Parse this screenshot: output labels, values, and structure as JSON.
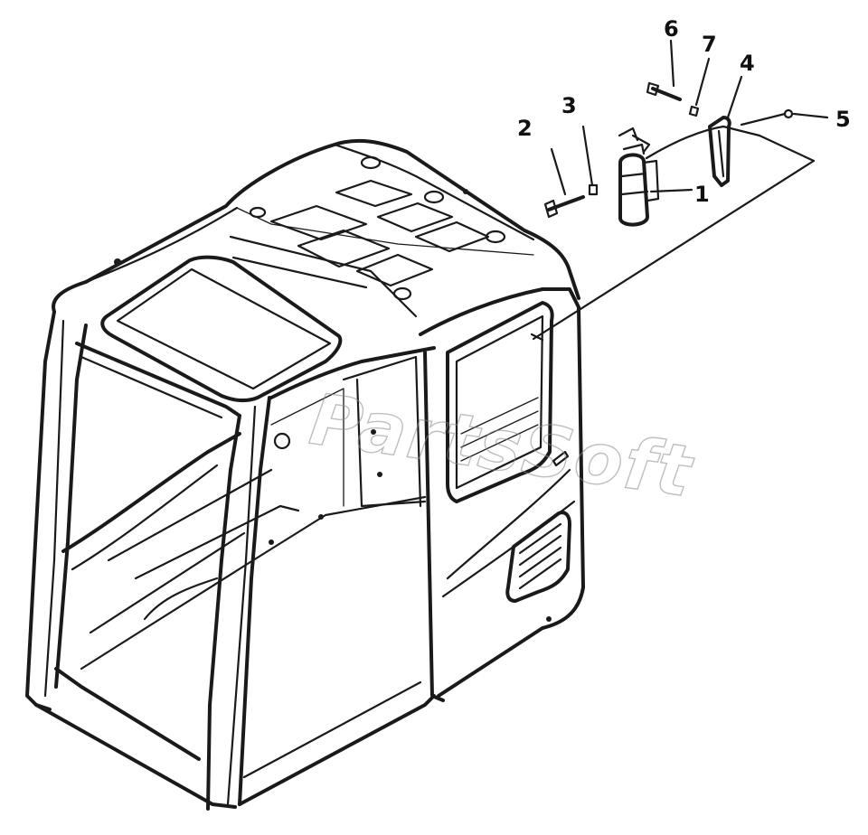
{
  "diagram": {
    "callouts": [
      {
        "id": "1",
        "label": "1"
      },
      {
        "id": "2",
        "label": "2"
      },
      {
        "id": "3",
        "label": "3"
      },
      {
        "id": "4",
        "label": "4"
      },
      {
        "id": "5",
        "label": "5"
      },
      {
        "id": "6",
        "label": "6"
      },
      {
        "id": "7",
        "label": "7"
      }
    ],
    "watermark": "PartsSoft"
  }
}
